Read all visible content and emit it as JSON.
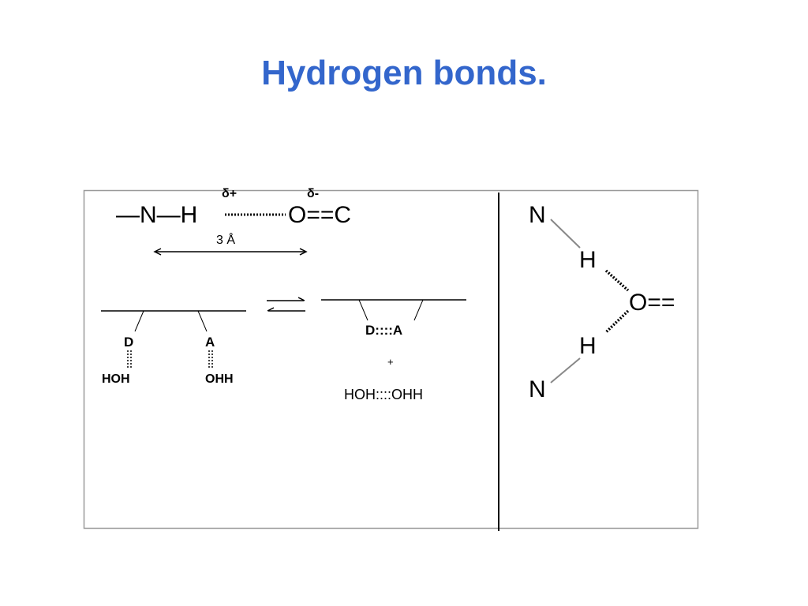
{
  "slide": {
    "title": "Hydrogen bonds."
  },
  "diagram": {
    "top_bond": {
      "delta_plus": "δ+",
      "delta_minus": "δ-",
      "donor_group": "—N—H",
      "acceptor_group": "O==C",
      "distance": "3 Å"
    },
    "equilibrium": {
      "left_donor": "D",
      "left_acceptor": "A",
      "left_water_donor": "HOH",
      "left_water_acceptor": "OHH",
      "right_pair": "D::::A",
      "plus_sign": "+",
      "right_water_pair": "HOH::::OHH"
    },
    "bifurcated": {
      "n_top": "N",
      "h_top": "H",
      "oxygen": "O==",
      "h_bottom": "H",
      "n_bottom": "N"
    }
  }
}
